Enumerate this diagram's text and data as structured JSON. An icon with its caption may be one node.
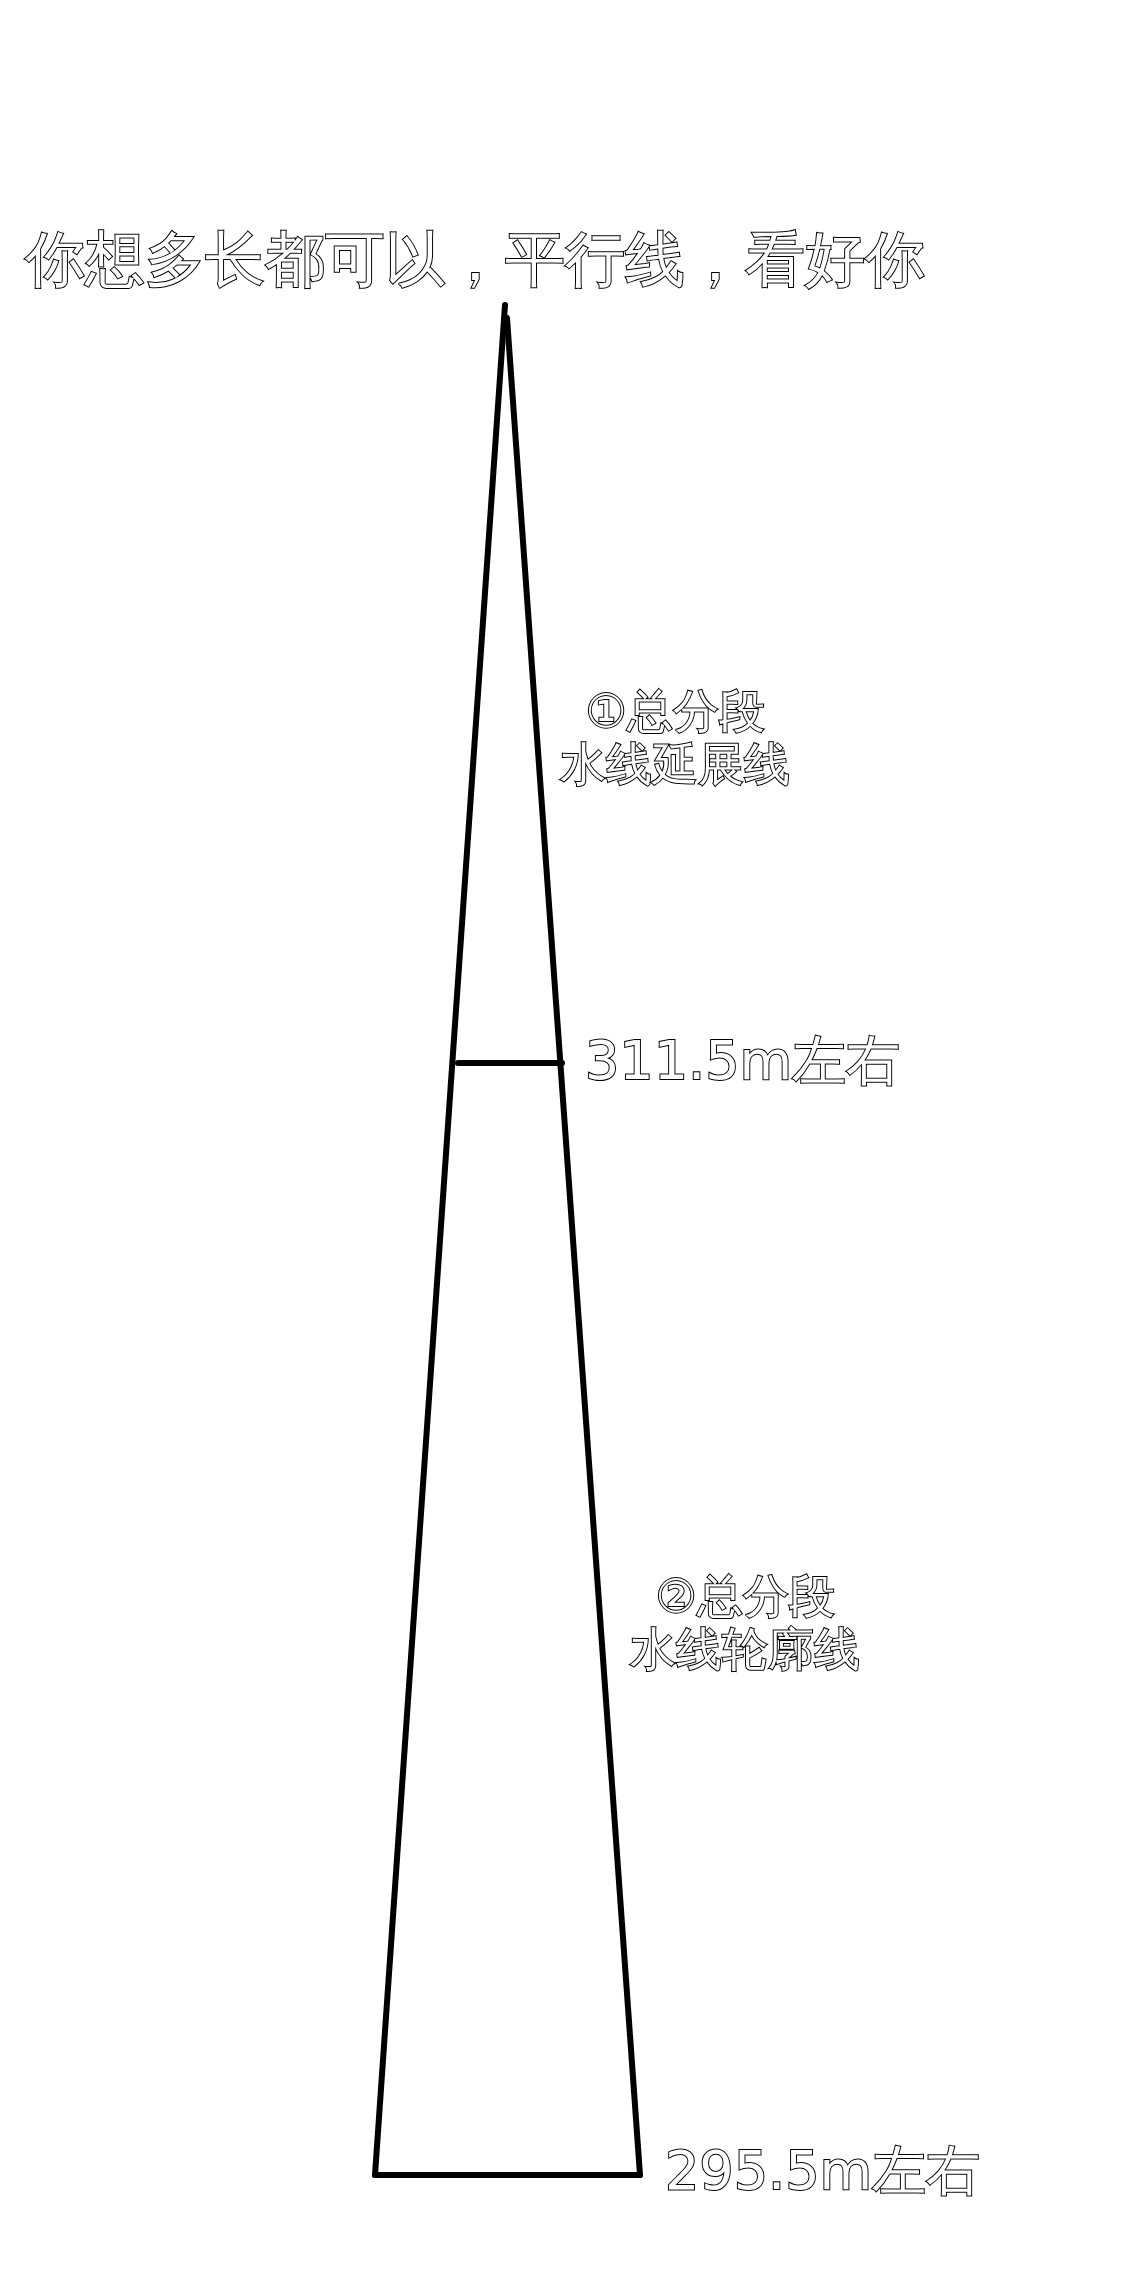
{
  "diagram": {
    "title": "你想多长都可以，平行线，看好你",
    "labels": [
      "①总分段水线延展线",
      "311.5m左右",
      "②总分段水线轮廓线",
      "295.5m左右"
    ]
  }
}
